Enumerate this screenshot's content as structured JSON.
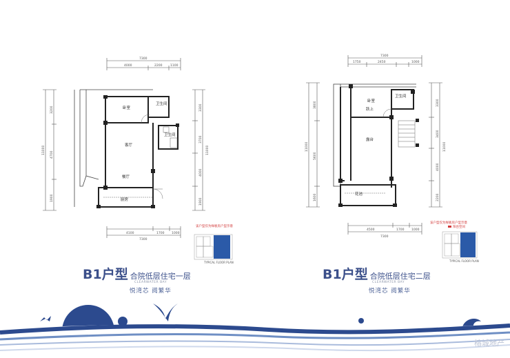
{
  "left_plan": {
    "title_main": "B1户型",
    "title_sub": "合院低层住宅一层",
    "subtitle_en": "CLEARWATER BAY",
    "slogan": "悦湾芯 阅繁华",
    "note": "该户型仅为样板房户型示意",
    "rooms": {
      "bedroom": "卧室",
      "bath1": "卫生间",
      "bath2": "卫生间",
      "living": "客厅",
      "dining": "餐厅",
      "kitchen": "厨房"
    },
    "dims_top": {
      "total": "7300",
      "a": "4000",
      "b": "2200",
      "c": "1100"
    },
    "dims_bottom": {
      "a": "4100",
      "b": "1700",
      "c": "1000",
      "total": "7300"
    },
    "dims_left": {
      "total": "11000",
      "a": "3200",
      "b": "4700",
      "c": "1900"
    },
    "dims_right": {
      "a": "3300",
      "b": "3700",
      "c": "4000",
      "d": "1900",
      "total": "11000"
    },
    "keyplan_caption": "TYPICAL FLOOR PLAN"
  },
  "right_plan": {
    "title_main": "B1户型",
    "title_sub": "合院低层住宅二层",
    "subtitle_en": "CLEARWATER BAY",
    "slogan": "悦湾芯 阅繁华",
    "note": "该户型仅为样板房户型示意",
    "legend": "阳台空间",
    "rooms": {
      "bedroom": "卧室",
      "bath": "卫生间",
      "stairs": "跃上",
      "terrace": "露台",
      "garden": "花池"
    },
    "dims_top": {
      "total": "7300",
      "a": "1750",
      "b": "2450",
      "c": "1000"
    },
    "dims_bottom": {
      "a": "4500",
      "b": "1700",
      "c": "1000",
      "total": "7300"
    },
    "dims_left": {
      "total": "11000",
      "a": "3800",
      "b": "5600",
      "c": "1600"
    },
    "dims_right": {
      "a": "3300",
      "b": "3400",
      "c": "4000",
      "d": "2200",
      "total": "11000"
    },
    "keyplan_caption": "TYPICAL FLOOR PLAN"
  },
  "watermark": "榕城地产",
  "colors": {
    "brand": "#3b4f8a",
    "wave_dark": "#2c4a8e",
    "wave_light": "#6f8fc4",
    "note_red": "#d23b3b"
  }
}
